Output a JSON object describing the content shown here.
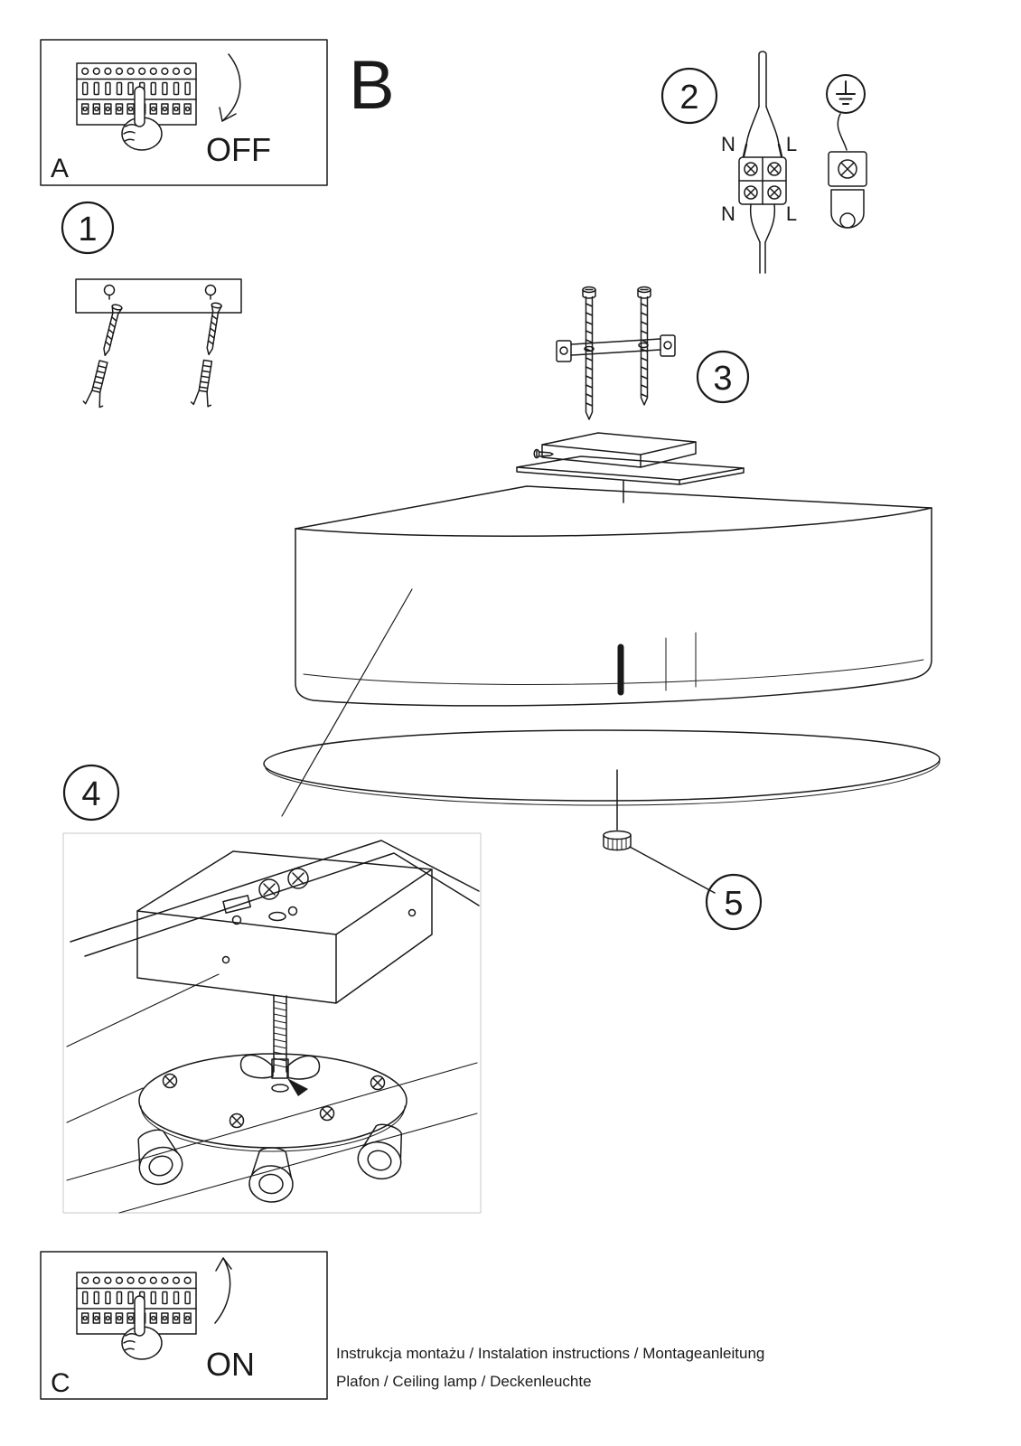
{
  "colors": {
    "background": "#ffffff",
    "ink": "#1a1a1a"
  },
  "panels": {
    "a": "A",
    "b": "B",
    "c": "C",
    "off": "OFF",
    "on": "ON"
  },
  "badges": {
    "one": "1",
    "two": "2",
    "three": "3",
    "four": "4",
    "five": "5"
  },
  "wiring": {
    "n_top": "N",
    "l_top": "L",
    "n_bottom": "N",
    "l_bottom": "L"
  },
  "footer": {
    "line1": "Instrukcja montażu / Instalation instructions / Montageanleitung",
    "line2": "Plafon / Ceiling lamp / Deckenleuchte"
  }
}
